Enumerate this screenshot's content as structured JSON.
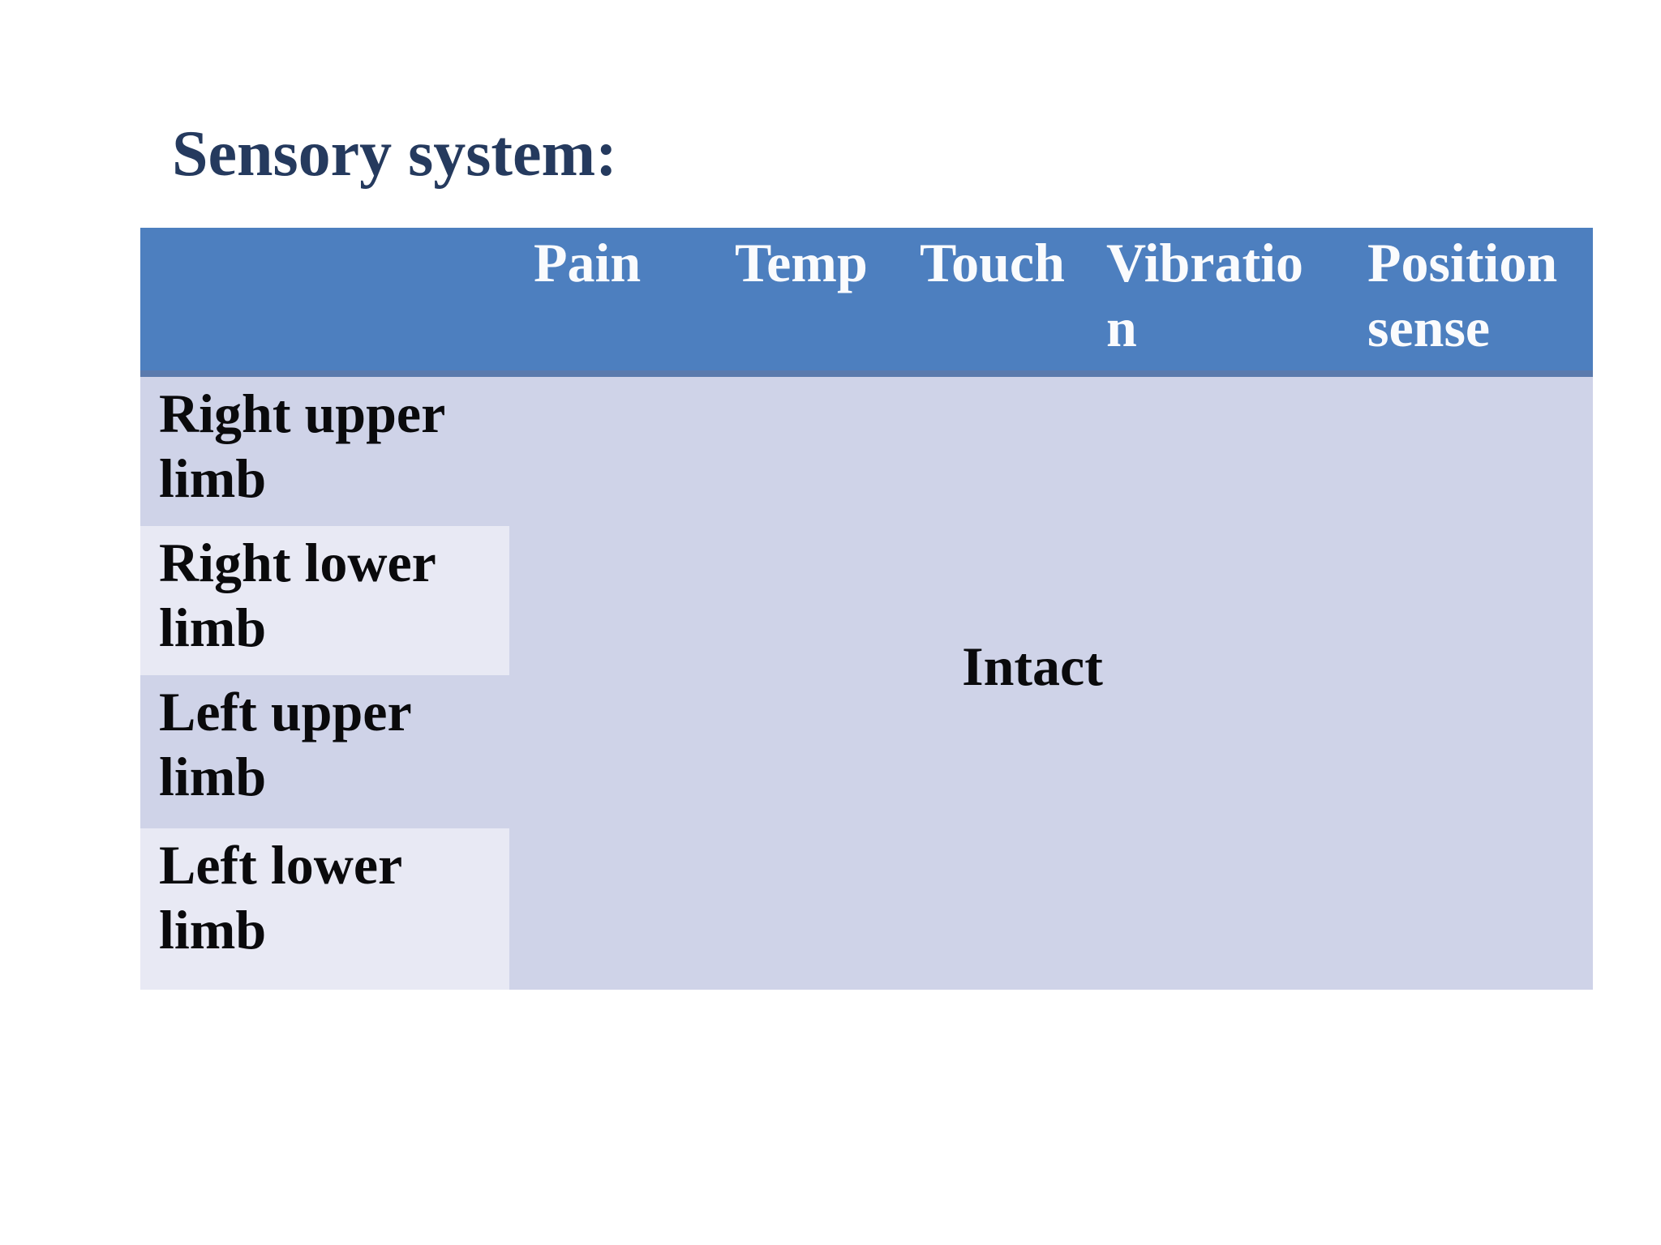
{
  "slide": {
    "title": "Sensory system:"
  },
  "table": {
    "columns": [
      "Pain",
      "Temp",
      "Touch",
      "Vibration",
      "Position sense"
    ],
    "rows": [
      "Right upper limb",
      "Right lower limb",
      "Left upper limb",
      "Left lower limb"
    ],
    "merged_value": "Intact"
  },
  "colors": {
    "background": "#ffffff",
    "title": "#253a5e",
    "header_bg": "#4d7fbf",
    "header_edge": "#5a7aad",
    "header_text": "#fafbfd",
    "band_dark": "#cfd3e8",
    "band_light": "#e8e9f4",
    "body_text": "#0a0a0c"
  }
}
